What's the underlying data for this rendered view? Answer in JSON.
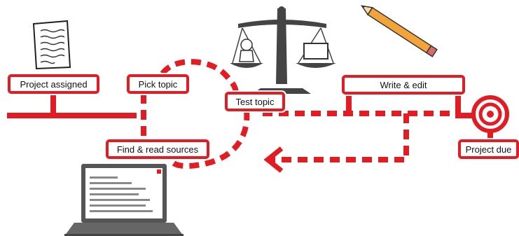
{
  "steps": {
    "project_assigned": "Project assigned",
    "pick_topic": "Pick topic",
    "test_topic": "Test topic",
    "write_edit": "Write & edit",
    "find_read_sources": "Find & read sources",
    "project_due": "Project due"
  },
  "icons": [
    "document-icon",
    "balance-scale-icon",
    "pencil-icon",
    "target-icon",
    "laptop-icon"
  ],
  "colors": {
    "accent": "#e31b23",
    "dark": "#444444",
    "text": "#111111"
  }
}
